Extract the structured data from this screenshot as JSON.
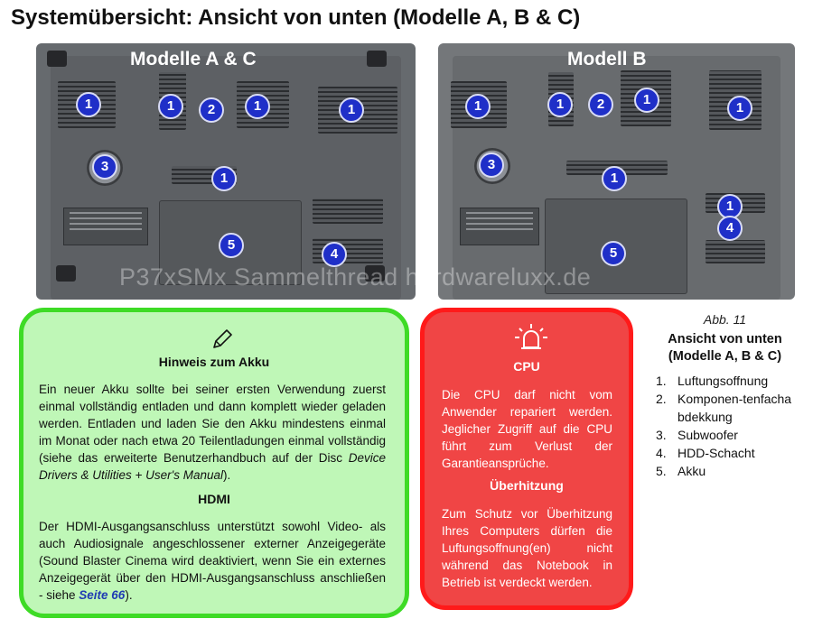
{
  "title": "Systemübersicht: Ansicht von unten (Modelle A, B & C)",
  "photos": {
    "left_label": "Modelle A & C",
    "right_label": "Modell B",
    "watermark": "P37xSMx Sammelthread hardwareluxx.de",
    "markers": [
      "1",
      "2",
      "3",
      "4",
      "5"
    ]
  },
  "note": {
    "icon": "pencil-icon",
    "heading1": "Hinweis zum Akku",
    "text1_a": "Ein neuer Akku sollte bei seiner ersten Verwendung zuerst einmal vollständig entladen und dann komplett wieder geladen werden. Entladen und laden Sie den Akku mindestens einmal im Monat oder nach etwa 20 Teilentladungen einmal vollständig (siehe das erweiterte Benutzerhandbuch auf der Disc ",
    "text1_em": "Device Drivers & Utilities + User's Manual",
    "text1_b": ").",
    "heading2": "HDMI",
    "text2_a": "Der HDMI-Ausgangsanschluss unterstützt sowohl Video- als auch Audiosignale angeschlossener externer Anzeigegeräte (Sound Blaster Cinema wird deaktiviert, wenn Sie ein externes Anzeigegerät über den HDMI-Ausgangsanschluss anschließen - siehe ",
    "text2_link": "Seite 66",
    "text2_b": ")."
  },
  "warning": {
    "icon": "alarm-icon",
    "heading1": "CPU",
    "text1": "Die CPU darf nicht vom Anwender repariert werden. Jeglicher Zugriff auf die CPU führt zum Verlust der Garantieansprüche.",
    "heading2": "Überhitzung",
    "text2": "Zum Schutz vor Überhitzung Ihres Computers dürfen die Luftungsoffnung(en) nicht während das Notebook in Betrieb ist verdeckt werden."
  },
  "caption": {
    "figure": "Abb. 11",
    "title_line1": "Ansicht von unten",
    "title_line2": "(Modelle A, B & C)",
    "legend": [
      {
        "n": "1.",
        "text": "Luftungsoffnung"
      },
      {
        "n": "2.",
        "text": "Komponen-tenfachabdekkung"
      },
      {
        "n": "3.",
        "text": "Subwoofer"
      },
      {
        "n": "4.",
        "text": "HDD-Schacht"
      },
      {
        "n": "5.",
        "text": "Akku"
      }
    ]
  }
}
